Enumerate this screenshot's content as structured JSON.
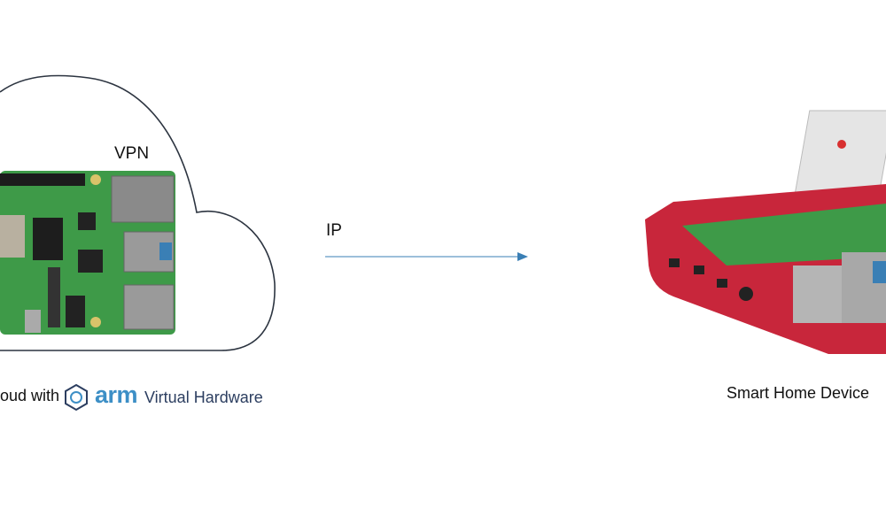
{
  "cloud": {
    "vpn_label": "VPN",
    "caption_prefix": "oud with",
    "brand": "arm",
    "brand_suffix": "Virtual Hardware"
  },
  "link": {
    "label": "IP"
  },
  "device": {
    "caption": "Smart Home Device"
  },
  "colors": {
    "line": "#2c3440",
    "arrow": "#3a7fb5",
    "arm_blue": "#3d8fc6",
    "pcb": "#3e9a48",
    "case_red": "#c8263b"
  }
}
